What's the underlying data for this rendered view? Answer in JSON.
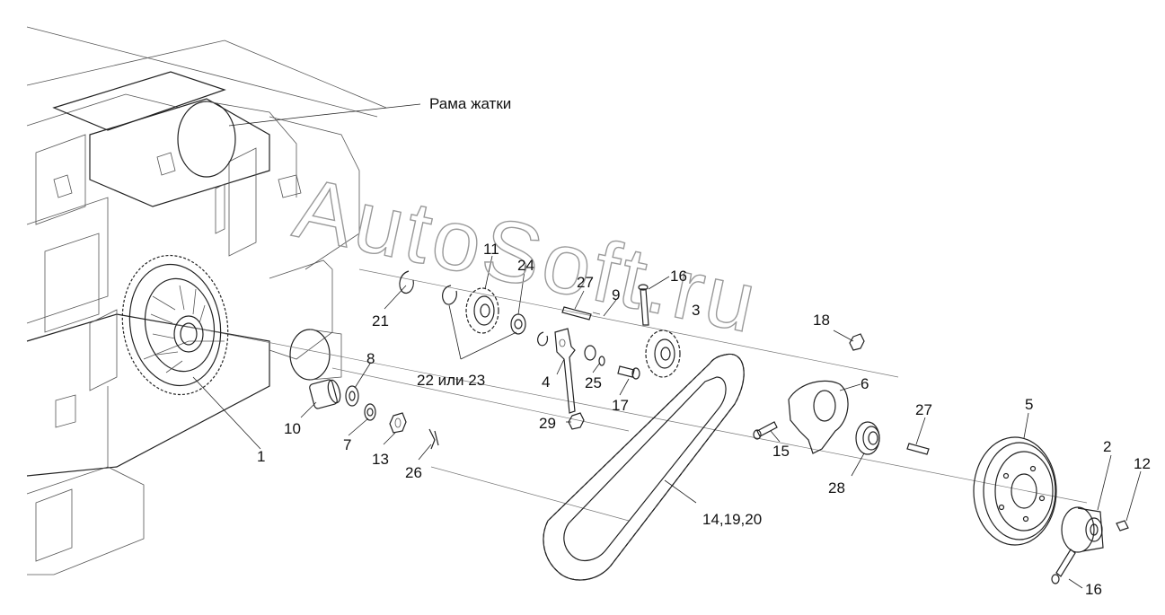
{
  "frame_label": "Рама жатки",
  "watermark": "AutoSoft.ru",
  "parts": {
    "p1": "1",
    "p2": "2",
    "p3": "3",
    "p4": "4",
    "p5": "5",
    "p6": "6",
    "p7": "7",
    "p8": "8",
    "p9": "9",
    "p10": "10",
    "p11": "11",
    "p12": "12",
    "p13": "13",
    "p15": "15",
    "p16a": "16",
    "p16b": "16",
    "p17": "17",
    "p18": "18",
    "p21": "21",
    "p22_23": "22 или 23",
    "p24": "24",
    "p25": "25",
    "p26": "26",
    "p27a": "27",
    "p27b": "27",
    "p28": "28",
    "p29": "29",
    "p14_19_20": "14,19,20"
  }
}
